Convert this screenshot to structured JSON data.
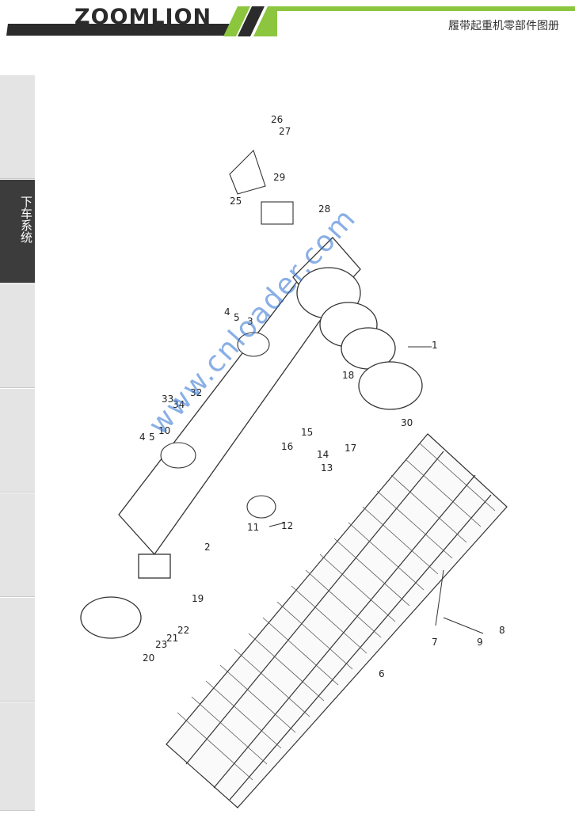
{
  "header": {
    "logo_text": "ZOOMLION",
    "title": "履带起重机零部件图册",
    "accent_color": "#8cc63f",
    "dark_color": "#2b2b2b"
  },
  "sidebar": {
    "tabs": [
      {
        "label": "",
        "active": false
      },
      {
        "label": "下车系统",
        "active": true
      },
      {
        "label": "",
        "active": false
      },
      {
        "label": "",
        "active": false
      },
      {
        "label": "",
        "active": false
      },
      {
        "label": "",
        "active": false
      },
      {
        "label": "",
        "active": false
      }
    ]
  },
  "diagram": {
    "callouts": [
      "1",
      "2",
      "3",
      "4",
      "5",
      "6",
      "7",
      "8",
      "9",
      "10",
      "11",
      "12",
      "13",
      "14",
      "15",
      "16",
      "17",
      "18",
      "19",
      "20",
      "21",
      "22",
      "23",
      "25",
      "26",
      "27",
      "28",
      "29",
      "30",
      "32",
      "33",
      "34",
      "4",
      "5"
    ],
    "watermark": "www.cnloader.com"
  }
}
